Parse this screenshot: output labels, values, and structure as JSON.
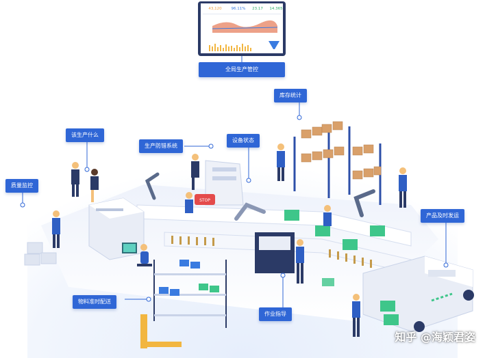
{
  "labels": {
    "global_control": "全局生产管控",
    "inventory_stats": "库存统计",
    "what_to_produce": "该生产什么",
    "anti_error": "生产防错系统",
    "equipment_status": "设备状态",
    "quality_monitor": "质量监控",
    "timely_delivery": "产品及时发运",
    "material_delivery": "物料准时配送",
    "work_instruction": "作业指导"
  },
  "dashboard": {
    "kpis": [
      "43,120",
      "96.11%",
      "23.17",
      "14.365"
    ],
    "kpi_colors": [
      "#f0a040",
      "#3a7be0",
      "#2fae6a",
      "#2fae6a"
    ]
  },
  "stop_sign": "STOP",
  "watermark": "知乎 @海颖君姿",
  "colors": {
    "label_bg": "#2f66d6",
    "accent_green": "#3ec68a",
    "box_brown": "#d9a06a",
    "rack_blue": "#2d4fa8"
  }
}
